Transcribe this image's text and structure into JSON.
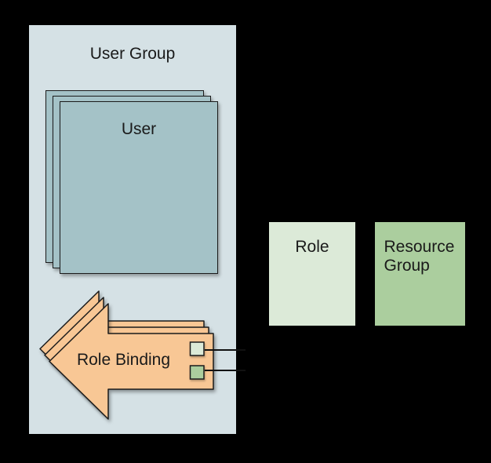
{
  "user_group": {
    "label": "User Group",
    "fill": "#d5e1e5"
  },
  "user_stack": {
    "label": "User",
    "fill": "#a4c2c7",
    "stack_count": 3
  },
  "role_binding": {
    "label": "Role Binding",
    "fill": "#f8c795",
    "stack_count": 3,
    "ports": [
      {
        "name": "role-port",
        "fill": "#dcead8"
      },
      {
        "name": "resource-group-port",
        "fill": "#abce9e"
      }
    ]
  },
  "role_box": {
    "label": "Role",
    "fill": "#dcead8"
  },
  "resource_group_box": {
    "label": "Resource Group",
    "fill": "#abce9e"
  },
  "colors": {
    "background": "#000000",
    "stroke": "#1b1b1b",
    "text": "#1a1a1a"
  }
}
